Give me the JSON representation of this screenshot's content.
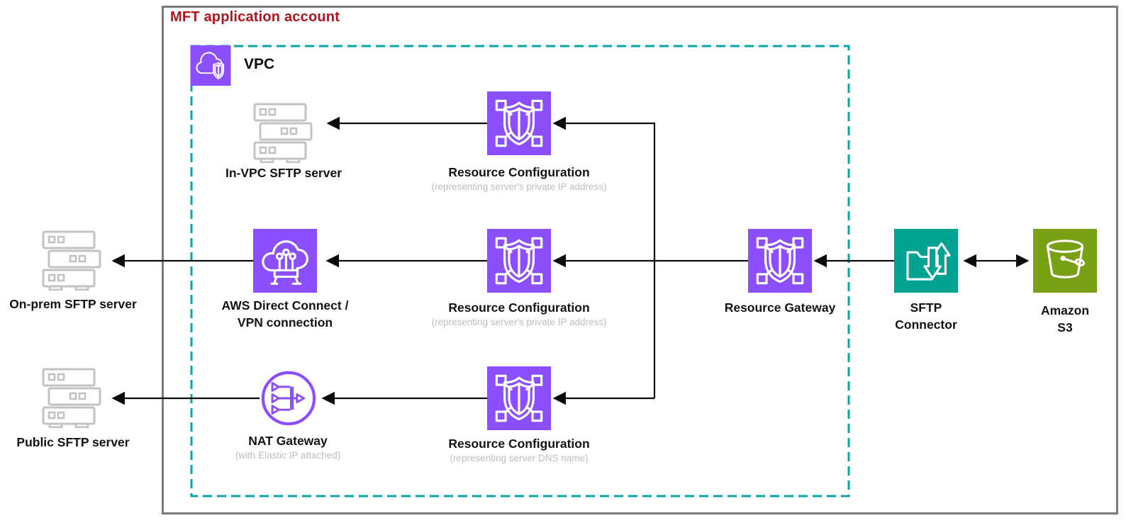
{
  "diagram": {
    "account_label": "MFT application account",
    "vpc_label": "VPC",
    "nodes": {
      "in_vpc_server": {
        "label": "In-VPC SFTP server"
      },
      "rc_private_ip_1": {
        "label": "Resource Configuration",
        "subtitle": "(representing server's private IP address)"
      },
      "on_prem_server": {
        "label": "On-prem SFTP server"
      },
      "direct_connect": {
        "label": "AWS Direct Connect /\nVPN connection"
      },
      "rc_private_ip_2": {
        "label": "Resource Configuration",
        "subtitle": "(representing server's private IP address)"
      },
      "resource_gateway": {
        "label": "Resource Gateway"
      },
      "sftp_connector": {
        "label": "SFTP\nConnector"
      },
      "amazon_s3": {
        "label": "Amazon S3"
      },
      "public_server": {
        "label": "Public SFTP server"
      },
      "nat_gateway": {
        "label": "NAT Gateway",
        "subtitle": "(with Elastic IP attached)"
      },
      "rc_dns": {
        "label": "Resource Configuration",
        "subtitle": "(representing server DNS name)"
      }
    },
    "colors": {
      "service_purple": "#8C4FFF",
      "transfer_teal": "#00A292",
      "storage_green": "#7AA116",
      "vpc_border_teal": "#0AA3A8",
      "account_title_red": "#B0141C",
      "arrow_black": "#0b0b0b",
      "server_gray": "#C3C3C3"
    }
  }
}
